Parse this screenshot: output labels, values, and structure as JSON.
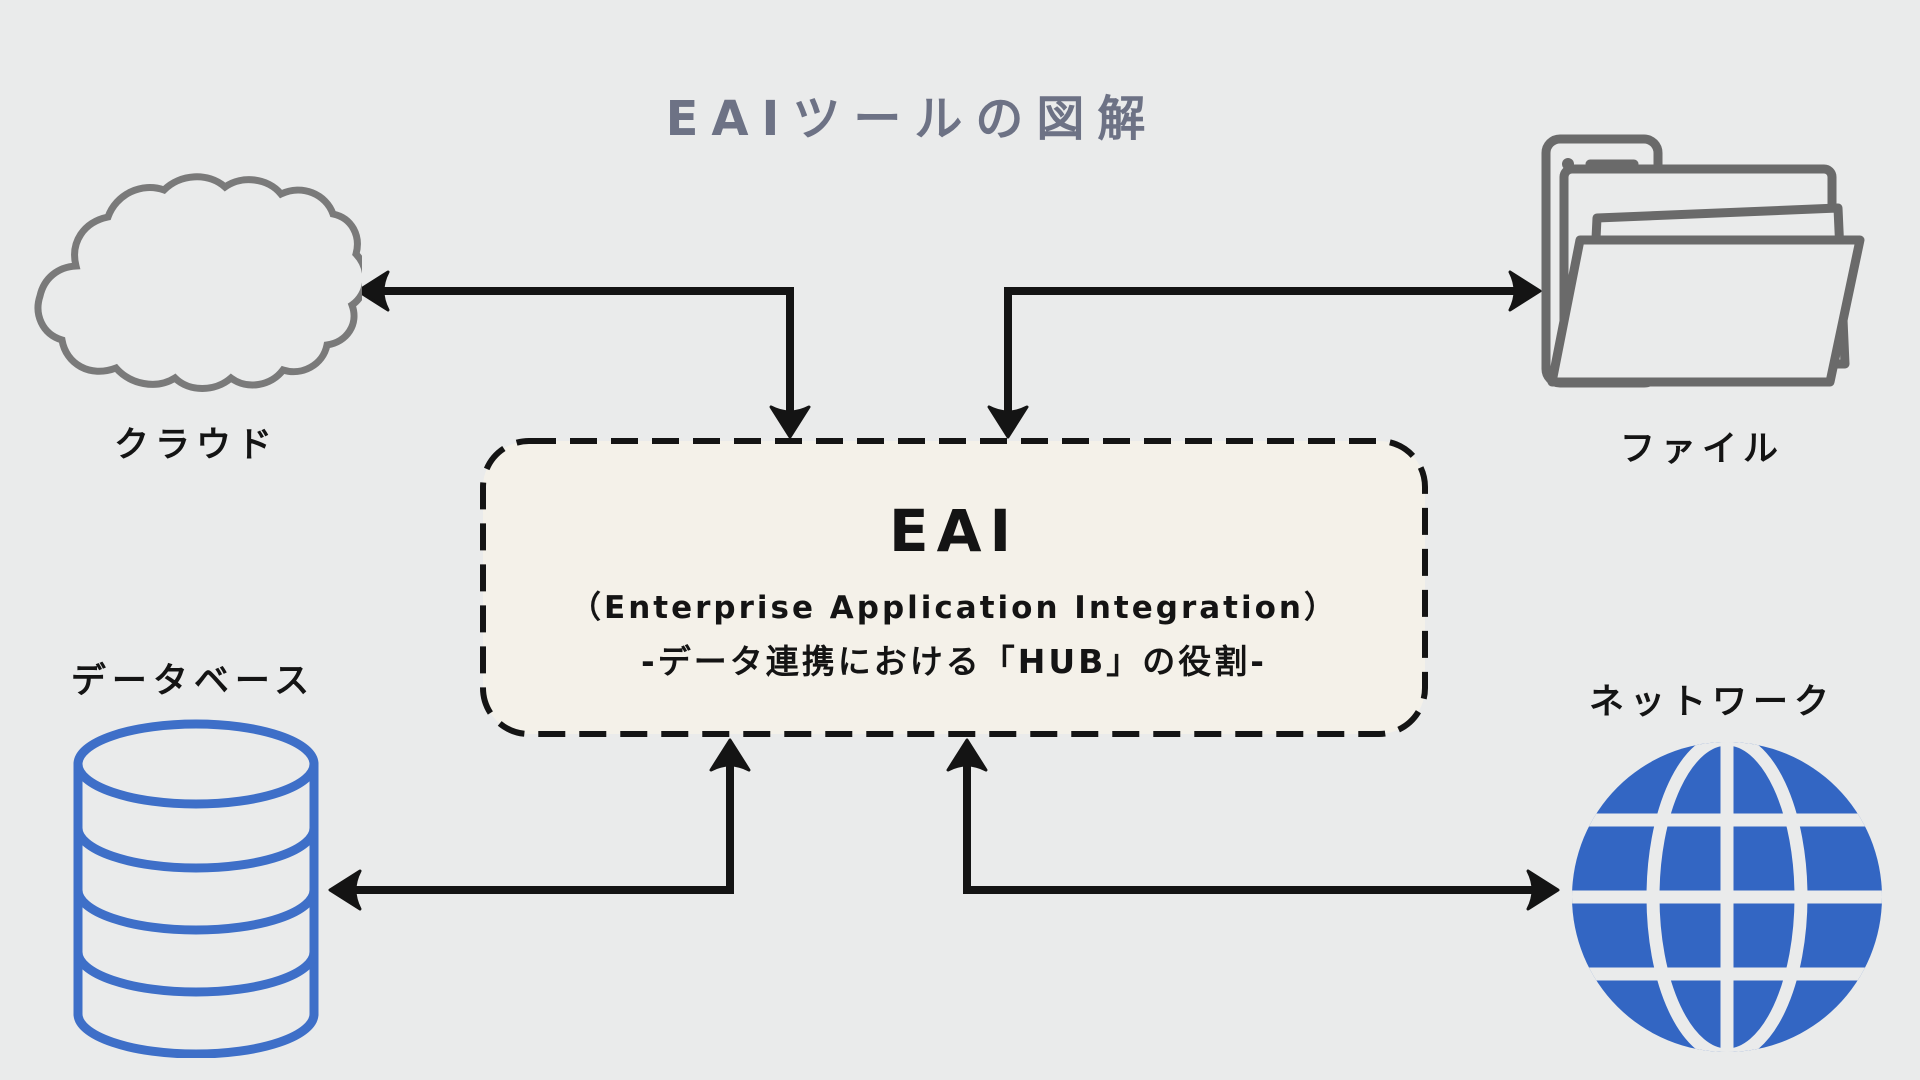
{
  "title": "EAIツールの図解",
  "center_box": {
    "heading": "EAI",
    "subtitle": "（Enterprise Application Integration）",
    "description": "-データ連携における「HUB」の役割-"
  },
  "nodes": [
    {
      "id": "cloud",
      "label": "クラウド",
      "icon": "cloud-icon",
      "position": "top-left"
    },
    {
      "id": "file",
      "label": "ファイル",
      "icon": "folder-icon",
      "position": "top-right"
    },
    {
      "id": "database",
      "label": "データベース",
      "icon": "database-icon",
      "position": "bottom-left"
    },
    {
      "id": "network",
      "label": "ネットワーク",
      "icon": "globe-icon",
      "position": "bottom-right"
    }
  ],
  "connections": [
    {
      "between": [
        "eai-box",
        "cloud"
      ],
      "style": "elbow",
      "arrowheads": "both-ends"
    },
    {
      "between": [
        "eai-box",
        "file"
      ],
      "style": "elbow",
      "arrowheads": "both-ends"
    },
    {
      "between": [
        "eai-box",
        "database"
      ],
      "style": "elbow",
      "arrowheads": "both-ends"
    },
    {
      "between": [
        "eai-box",
        "network"
      ],
      "style": "elbow",
      "arrowheads": "both-ends"
    }
  ],
  "colors": {
    "bg": "#eaebeb",
    "box-fill": "#f4f1e9",
    "ink": "#141414",
    "title-color": "#6d7285",
    "cloud-gray": "#7a7a7a",
    "folder-gray": "#6a6a6a",
    "db-blue": "#3e6fc8",
    "globe-blue": "#3366c3"
  }
}
